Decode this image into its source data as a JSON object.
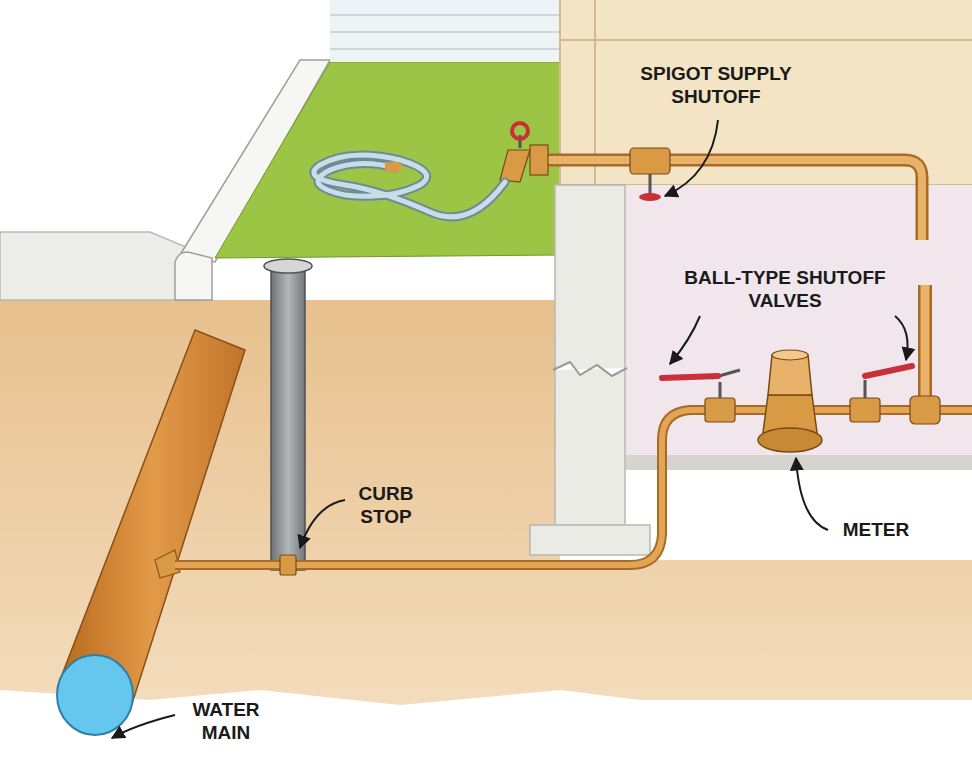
{
  "diagram": {
    "labels": [
      "SPIGOT SUPPLY SHUTOFF",
      "BALL-TYPE SHUTOFF VALVES",
      "CURB STOP",
      "METER",
      "WATER MAIN"
    ]
  }
}
